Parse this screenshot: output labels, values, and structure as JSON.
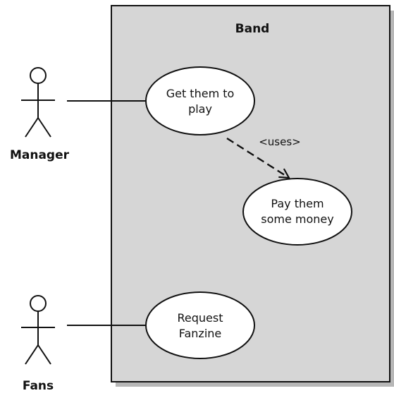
{
  "system": {
    "title": "Band"
  },
  "actors": {
    "manager": "Manager",
    "fans": "Fans"
  },
  "use_cases": {
    "get_them_to_play": {
      "line1": "Get them to",
      "line2": "play"
    },
    "pay_them": {
      "line1": "Pay them",
      "line2": "some money"
    },
    "request_fanzine": {
      "line1": "Request",
      "line2": "Fanzine"
    }
  },
  "relationships": {
    "uses_label": "<uses>"
  },
  "colors": {
    "boundary_fill": "#d6d6d6",
    "boundary_shadow": "#b0b0b0",
    "stroke": "#111111",
    "use_case_fill": "#ffffff"
  }
}
